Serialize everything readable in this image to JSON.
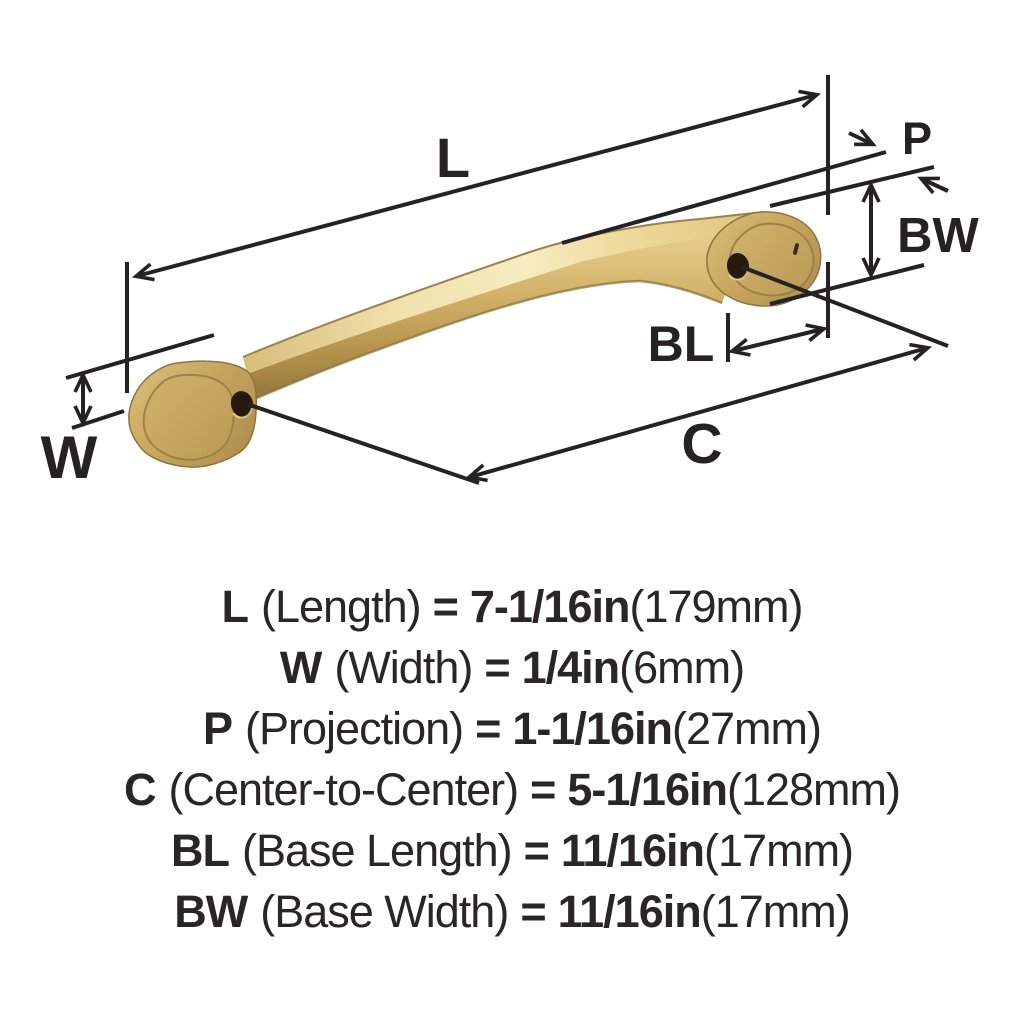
{
  "colors": {
    "background": "#ffffff",
    "dimension_line": "#262223",
    "text": "#2a2627",
    "handle_gold": "#C9A75F",
    "handle_highlight": "#F3E6B2",
    "handle_shadow": "#8F7439",
    "screw_hole": "#251A0B"
  },
  "diagram": {
    "labels": {
      "length": "L",
      "projection": "P",
      "base_width": "BW",
      "base_length": "BL",
      "center_to_center": "C",
      "width": "W"
    }
  },
  "legend": {
    "rows": [
      {
        "label": "L",
        "name": "(Length)",
        "eq": "=",
        "value": "7-1/16in",
        "metric": "(179mm)"
      },
      {
        "label": "W",
        "name": "(Width)",
        "eq": "=",
        "value": "1/4in",
        "metric": "(6mm)"
      },
      {
        "label": "P",
        "name": "(Projection)",
        "eq": "=",
        "value": "1-1/16in",
        "metric": "(27mm)"
      },
      {
        "label": "C",
        "name": "(Center-to-Center)",
        "eq": "=",
        "value": "5-1/16in",
        "metric": "(128mm)"
      },
      {
        "label": "BL",
        "name": "(Base Length)",
        "eq": "=",
        "value": "11/16in",
        "metric": "(17mm)"
      },
      {
        "label": "BW",
        "name": "(Base Width)",
        "eq": "=",
        "value": "11/16in",
        "metric": "(17mm)"
      }
    ]
  }
}
